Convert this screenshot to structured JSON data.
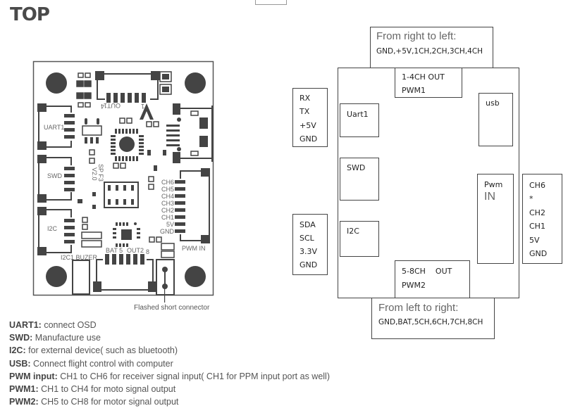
{
  "title": "TOP",
  "pcb": {
    "labels": {
      "out1": "OUT1",
      "out1_pin_left": "4",
      "out1_pin_right": "1",
      "uart1": "UART1",
      "swd": "SWD",
      "i2c": "I2C",
      "version": "SP F3",
      "version2": "V2.0",
      "i2c1_buzer": "I2C1 BUZER",
      "bat5": "BAT 5",
      "out2": "OUT2",
      "out2_pin": "8",
      "pwm_in": "PWM IN",
      "pwm_pins": [
        "CH6",
        "CH5",
        "CH4",
        "CH3",
        "CH2",
        "CH1",
        "5V",
        "GND"
      ],
      "callout": "Flashed short connector"
    }
  },
  "schematic": {
    "top_header": {
      "line1": "From right to left:",
      "line2": "GND,+5V,1CH,2CH,3CH,4CH"
    },
    "pwm1_box": {
      "line1": "1-4CH OUT",
      "line2": "PWM1"
    },
    "uart1_pins": [
      "RX",
      "TX",
      "+5V",
      "GND"
    ],
    "uart1_box": "Uart1",
    "usb_box": "usb",
    "swd_box": "SWD",
    "i2c_pins": [
      "SDA",
      "SCL",
      "3.3V",
      "GND"
    ],
    "i2c_box": "I2C",
    "pwm_in_box": {
      "line1": "Pwm",
      "line2": "IN"
    },
    "pwm_in_pins": [
      "CH6",
      "*",
      "CH2",
      "CH1",
      "5V",
      "GND"
    ],
    "pwm2_box": {
      "line1": "5-8CH    OUT",
      "line2": "PWM2"
    },
    "bottom_header": {
      "line1": "From left to right:",
      "line2": "GND,BAT,5CH,6CH,7CH,8CH"
    }
  },
  "legend": [
    {
      "key": "UART1:",
      "text": " connect OSD"
    },
    {
      "key": "SWD:",
      "text": " Manufacture use"
    },
    {
      "key": "I2C:",
      "text": " for external device( such as bluetooth)"
    },
    {
      "key": "USB:",
      "text": " Connect flight control with computer"
    },
    {
      "key": "PWM input:",
      "text": " CH1 to CH6 for receiver signal input( CH1 for PPM input port as well)"
    },
    {
      "key": "PWM1:",
      "text": " CH1 to CH4 for moto signal output"
    },
    {
      "key": "PWM2:",
      "text": " CH5 to CH8 for motor signal output"
    }
  ]
}
